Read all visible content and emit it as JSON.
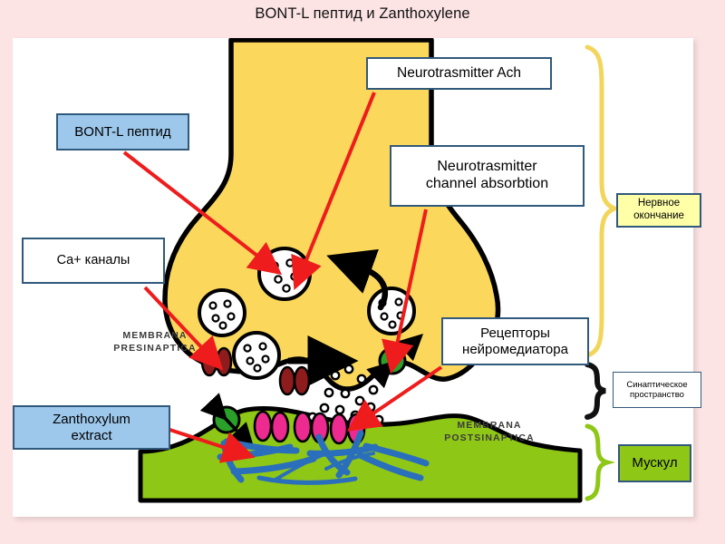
{
  "slide": {
    "title": "BONT-L пептид и Zanthoxylene",
    "background_color": "#fce3e4",
    "panel_color": "#ffffff"
  },
  "callouts": [
    {
      "id": "neurotransmitter-ach",
      "text": "Neurotrasmitter Ach",
      "fill": "#ffffff",
      "border": "#31597c"
    },
    {
      "id": "neurotransmitter-channel-absorbtion",
      "text": "Neurotrasmitter channel absorbtion",
      "line1": "Neurotrasmitter",
      "line2": "channel absorbtion",
      "fill": "#ffffff",
      "border": "#31597c"
    },
    {
      "id": "bont-l-peptide",
      "text": "BONT-L пептид",
      "fill": "#9dc8ec",
      "border": "#31597c"
    },
    {
      "id": "ca-channels",
      "text": "Ca+ каналы",
      "fill": "#ffffff",
      "border": "#31597c"
    },
    {
      "id": "neuromediator-receptors",
      "line1": "Рецепторы",
      "line2": "нейромедиатора",
      "fill": "#ffffff",
      "border": "#31597c"
    },
    {
      "id": "zanthoxylum-extract",
      "line1": "Zanthoxylum",
      "line2": "extract",
      "fill": "#9dc8ec",
      "border": "#31597c"
    }
  ],
  "labels": {
    "ach": "Neurotrasmitter Ach",
    "channel_l1": "Neurotrasmitter",
    "channel_l2": "channel absorbtion",
    "bont": "BONT-L пептид",
    "ca": "Ca+ каналы",
    "receptors_l1": "Рецепторы",
    "receptors_l2": "нейромедиатора",
    "zanthoxylum_l1": "Zanthoxylum",
    "zanthoxylum_l2": "extract",
    "membrane_pre_l1": "MEMBRANA",
    "membrane_pre_l2": "PRESINAPTICA",
    "membrane_post_l1": "MEMBRANA",
    "membrane_post_l2": "POSTSINAPTICA"
  },
  "regions": [
    {
      "id": "nerve-ending",
      "line1": "Нервное",
      "line2": "окончание",
      "brace_color": "#f2d65c",
      "fill": "#ffffa8"
    },
    {
      "id": "synaptic-cleft",
      "line1": "Синаптическое",
      "line2": "пространство",
      "brace_color": "#111111",
      "fill": "#ffffff"
    },
    {
      "id": "muscle",
      "text": "Мускул",
      "brace_color": "#8fc717",
      "fill": "#8fc717"
    }
  ],
  "region_text": {
    "nerve_l1": "Нервное",
    "nerve_l2": "окончание",
    "synapse_l1": "Синаптическое",
    "synapse_l2": "пространство",
    "muscle": "Мускул"
  },
  "diagram": {
    "axon_terminal_color": "#fbd85c",
    "muscle_color": "#8fc717",
    "vesicle_color": "#ffffff",
    "calcium_channel_color": "#8e1c1c",
    "receptor_green_color": "#2aa02a",
    "receptor_pink_color": "#ec2a8f",
    "filament_color": "#2a6fbb",
    "arrow_red_color": "#ee1c1c",
    "outline_color": "#000000",
    "vesicle_count": 4,
    "pink_receptor_count": 6,
    "calcium_channel_count": 4,
    "green_receptor_count": 2,
    "red_arrow_count": 6
  }
}
